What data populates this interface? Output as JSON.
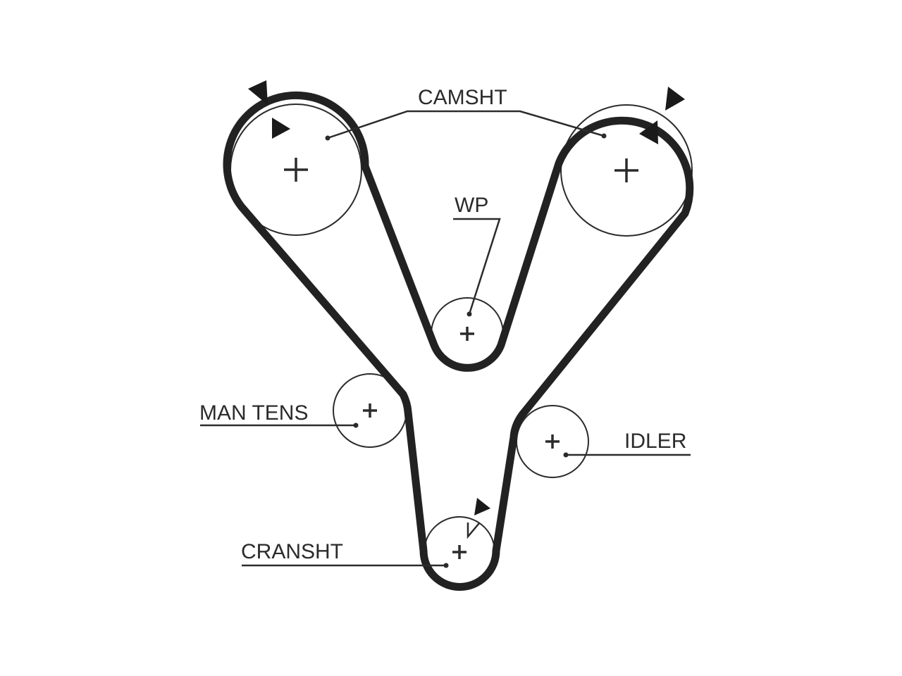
{
  "labels": {
    "camshaft": "CAMSHT",
    "water_pump": "WP",
    "manual_tensioner": "MAN TENS",
    "idler": "IDLER",
    "crankshaft": "CRANSHT"
  },
  "colors": {
    "belt": "#222222",
    "line": "#2b2b2b",
    "background": "#ffffff"
  }
}
